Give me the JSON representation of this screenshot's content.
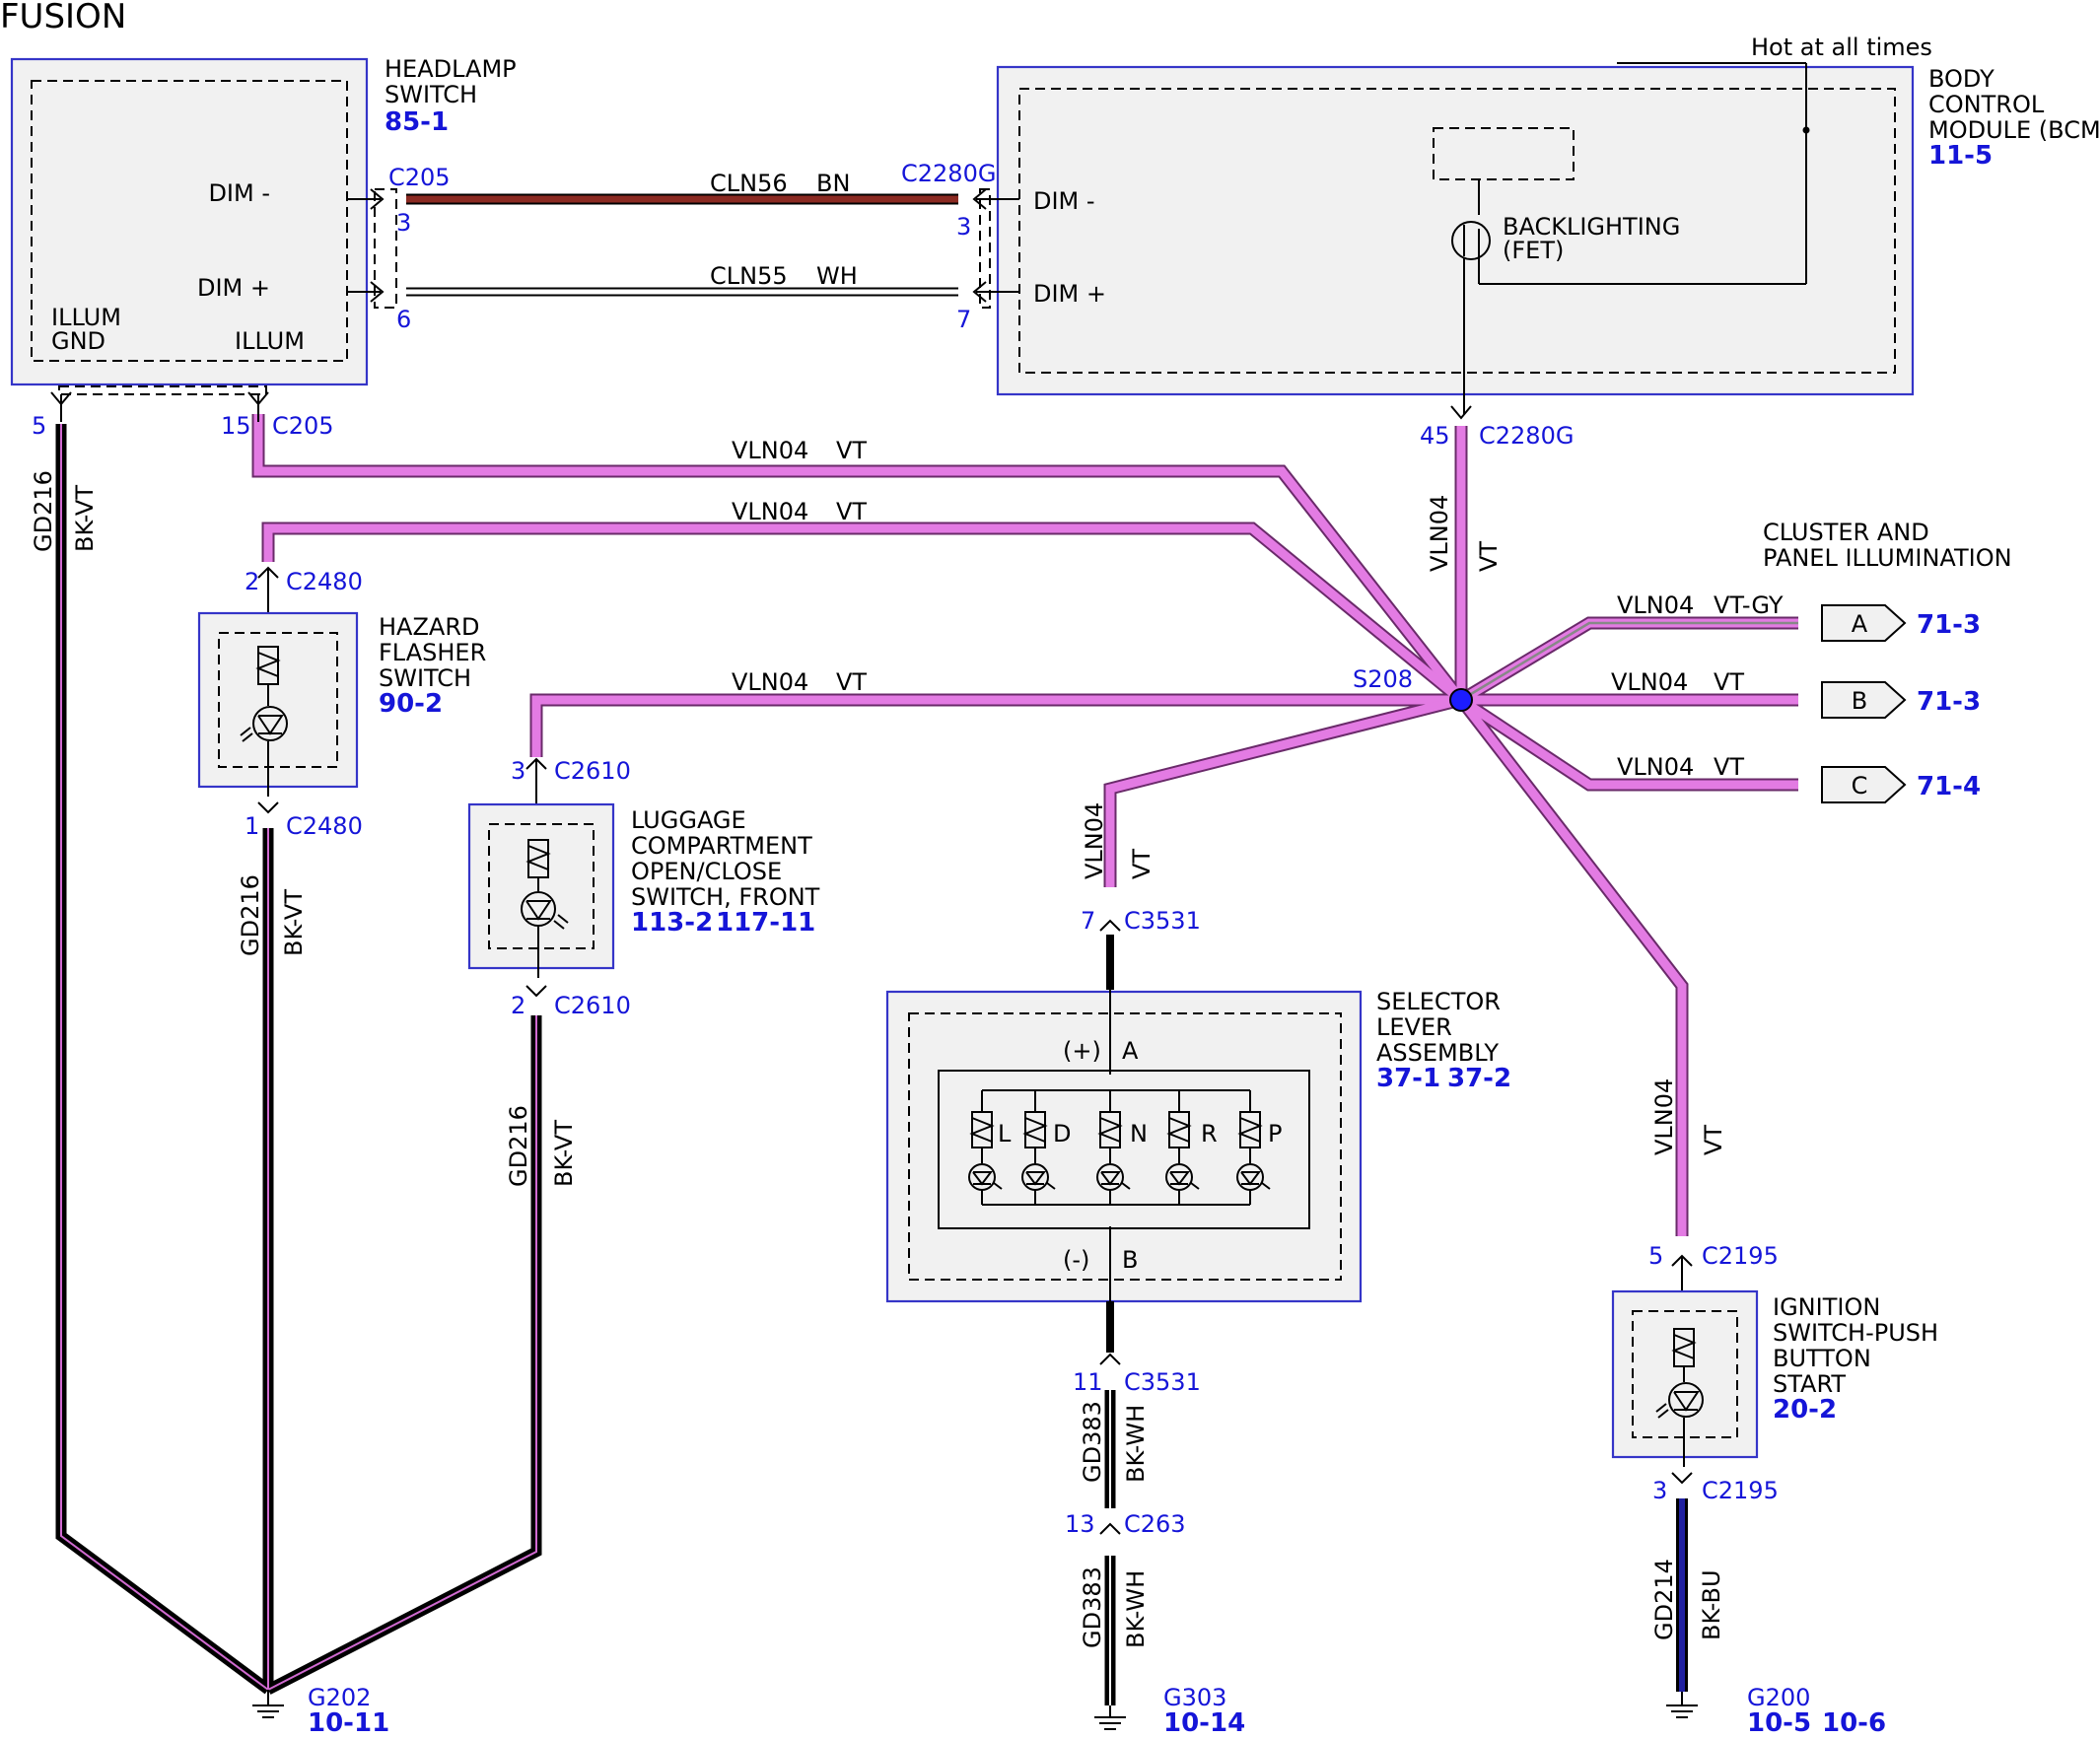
{
  "title": "FUSION",
  "hot_label": "Hot at all times",
  "components": {
    "headlamp_switch": {
      "name": [
        "HEADLAMP",
        "SWITCH"
      ],
      "ref": "85-1",
      "pins": {
        "dim_minus": "DIM -",
        "dim_plus": "DIM +",
        "illum_gnd": [
          "ILLUM",
          "GND"
        ],
        "illum": "ILLUM"
      }
    },
    "bcm": {
      "name": [
        "BODY",
        "CONTROL",
        "MODULE (BCM)"
      ],
      "ref": "11-5",
      "pins": {
        "dim_minus": "DIM -",
        "dim_plus": "DIM +"
      },
      "backlighting": [
        "BACKLIGHTING",
        "(FET)"
      ]
    },
    "hazard": {
      "name": [
        "HAZARD",
        "FLASHER",
        "SWITCH"
      ],
      "ref": "90-2"
    },
    "luggage": {
      "name": [
        "LUGGAGE",
        "COMPARTMENT",
        "OPEN/CLOSE",
        "SWITCH, FRONT"
      ],
      "refs": [
        "113-2",
        "117-11"
      ]
    },
    "selector": {
      "name": [
        "SELECTOR",
        "LEVER",
        "ASSEMBLY"
      ],
      "refs": [
        "37-1",
        "37-2"
      ],
      "pin_plus": "(+)",
      "pin_a": "A",
      "pin_minus": "(-)",
      "pin_b": "B",
      "lamps": [
        "L",
        "D",
        "N",
        "R",
        "P"
      ]
    },
    "ignition": {
      "name": [
        "IGNITION",
        "SWITCH-PUSH",
        "BUTTON",
        "START"
      ],
      "ref": "20-2"
    },
    "cluster": {
      "name": [
        "CLUSTER AND",
        "PANEL ILLUMINATION"
      ]
    }
  },
  "connectors": {
    "c205_top": "C205",
    "c205_pin3": "3",
    "c205_pin6": "6",
    "c2280g_top": "C2280G",
    "c2280g_pin3": "3",
    "c2280g_pin7": "7",
    "c205_bot_pin5": "5",
    "c205_bot_pin15": "15",
    "c205_bot": "C205",
    "c2280g_bot_pin": "45",
    "c2280g_bot": "C2280G",
    "c2480_pin2": "2",
    "c2480_a": "C2480",
    "c2480_pin1": "1",
    "c2480_b": "C2480",
    "c2610_pin3": "3",
    "c2610_a": "C2610",
    "c2610_pin2": "2",
    "c2610_b": "C2610",
    "c3531_pin7": "7",
    "c3531_a": "C3531",
    "c3531_pin11": "11",
    "c3531_b": "C3531",
    "c263_pin13": "13",
    "c263": "C263",
    "c2195_pin5": "5",
    "c2195_a": "C2195",
    "c2195_pin3": "3",
    "c2195_b": "C2195"
  },
  "splice": "S208",
  "wires": {
    "cln56": {
      "circuit": "CLN56",
      "color": "BN"
    },
    "cln55": {
      "circuit": "CLN55",
      "color": "WH"
    },
    "vln04": "VLN04",
    "vt": "VT",
    "vtgy": "VT-GY",
    "gd216": "GD216",
    "bkvt": "BK-VT",
    "gd383": "GD383",
    "bkwh": "BK-WH",
    "gd214": "GD214",
    "bkbu": "BK-BU"
  },
  "offpage": [
    {
      "letter": "A",
      "ref": "71-3"
    },
    {
      "letter": "B",
      "ref": "71-3"
    },
    {
      "letter": "C",
      "ref": "71-4"
    }
  ],
  "grounds": {
    "g202": {
      "name": "G202",
      "ref": "10-11"
    },
    "g303": {
      "name": "G303",
      "ref": "10-14"
    },
    "g200": {
      "name": "G200",
      "refs": [
        "10-5",
        "10-6"
      ]
    }
  },
  "colors": {
    "vt": "#e37be3",
    "bn": "#8b2a22",
    "bkbu": "#2020a0",
    "component_border": "#3535c8",
    "ref_text": "#1515d8",
    "splice": "#1c1cff"
  }
}
